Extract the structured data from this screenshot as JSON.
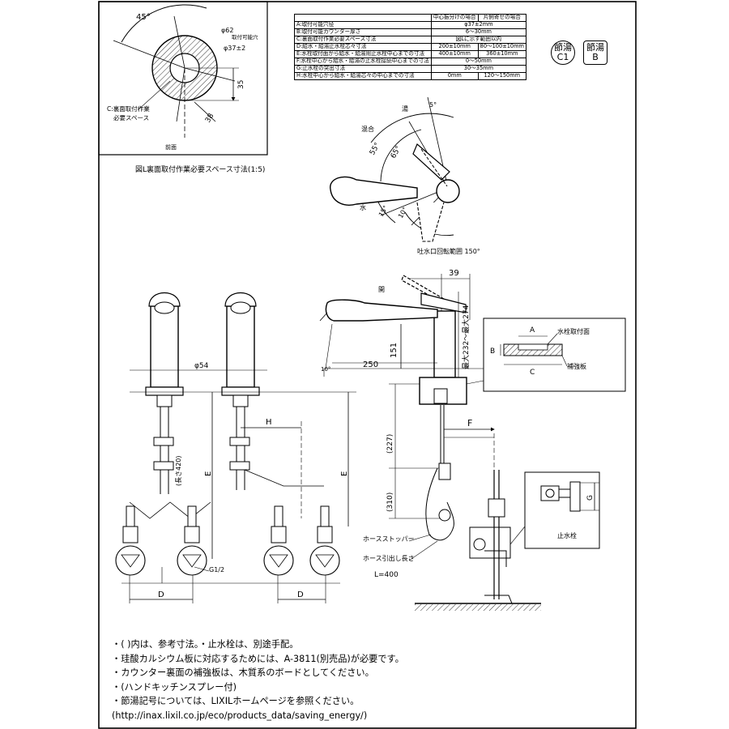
{
  "detail_view": {
    "angle_top": "45°",
    "dia_hole": "φ62",
    "hole_range_label": "取付可能穴",
    "dia_37": "φ37±2",
    "dim_35": "35",
    "dim_38": "38",
    "back_space_label_1": "C:裏面取付作業",
    "back_space_label_2": "必要スペース",
    "front_label": "前面",
    "caption": "図L裏面取付作業必要スペース寸法(1:5)"
  },
  "spec_table": {
    "headers": [
      "",
      "中心振分けの場合",
      "片側寄せの場合"
    ],
    "rows": [
      {
        "label": "A:取付可能穴径",
        "c1": "φ37±2mm",
        "c2": "",
        "merged": true
      },
      {
        "label": "B:取付可能カウンター厚さ",
        "c1": "6～30mm",
        "c2": "",
        "merged": true
      },
      {
        "label": "C:裏面取付作業必要スペース寸法",
        "c1": "図Lに示す範囲以内",
        "c2": "",
        "merged": true
      },
      {
        "label": "D:給水・給湯止水栓芯々寸法",
        "c1": "200±10mm",
        "c2": "80～100±10mm",
        "merged": false
      },
      {
        "label": "E:水栓取付面から給水・給湯用止水栓中心までの寸法",
        "c1": "400±10mm",
        "c2": "360±10mm",
        "merged": false
      },
      {
        "label": "F:水栓中心から給水・給湯の止水栓接続中心までの寸法",
        "c1": "0～50mm",
        "c2": "",
        "merged": true
      },
      {
        "label": "G:止水栓の突出寸法",
        "c1": "30～35mm",
        "c2": "",
        "merged": true
      },
      {
        "label": "H:水栓中心から給水・給湯芯々の中心までの寸法",
        "c1": "0mm",
        "c2": "120～150mm",
        "merged": false
      }
    ]
  },
  "badges": {
    "round_top": "節湯",
    "round_bottom": "C1",
    "square_top": "節湯",
    "square_bottom": "B"
  },
  "top_view": {
    "hot": "湯",
    "mixed": "混合",
    "cold": "水",
    "a5": "5°",
    "a55": "55°",
    "a65": "65°",
    "a15": "15°",
    "a10": "10°",
    "spout_range": "吐水口回転範囲 150°"
  },
  "side_view": {
    "open_label": "開",
    "dim_39": "39",
    "dim_151": "151",
    "dim_250": "250",
    "dim_10deg": "10°",
    "dim_height": "最大232～最大274",
    "dim_227": "(227)",
    "dim_310": "(310)",
    "dim_F": "F",
    "hose_stopper": "ホースストッパー",
    "hose_length": "ホース引出し長さ",
    "hose_L": "L=400"
  },
  "front_views": {
    "dia_54": "φ54",
    "length_420": "(長さ420)",
    "dim_H": "H",
    "dim_E1": "E",
    "dim_E2": "E",
    "dim_D1": "D",
    "dim_D2": "D",
    "g_half": "G1/2"
  },
  "counter_detail": {
    "dim_A": "A",
    "dim_B": "B",
    "dim_C": "C",
    "mount_surface": "水栓取付面",
    "reinforcement": "補強板"
  },
  "valve_detail": {
    "dim_G": "G",
    "label": "止水栓"
  },
  "notes": [
    "・(  )内は、参考寸法。・止水栓は、別途手配。",
    "・珪酸カルシウム板に対応するためには、A-3811(別売品)が必要です。",
    "・カウンター裏面の補強板は、木質系のボードとしてください。",
    "・(ハンドキッチンスプレー付)",
    "・節湯記号については、LIXILホームページを参照ください。",
    "(http://inax.lixil.co.jp/eco/products_data/saving_energy/)"
  ]
}
